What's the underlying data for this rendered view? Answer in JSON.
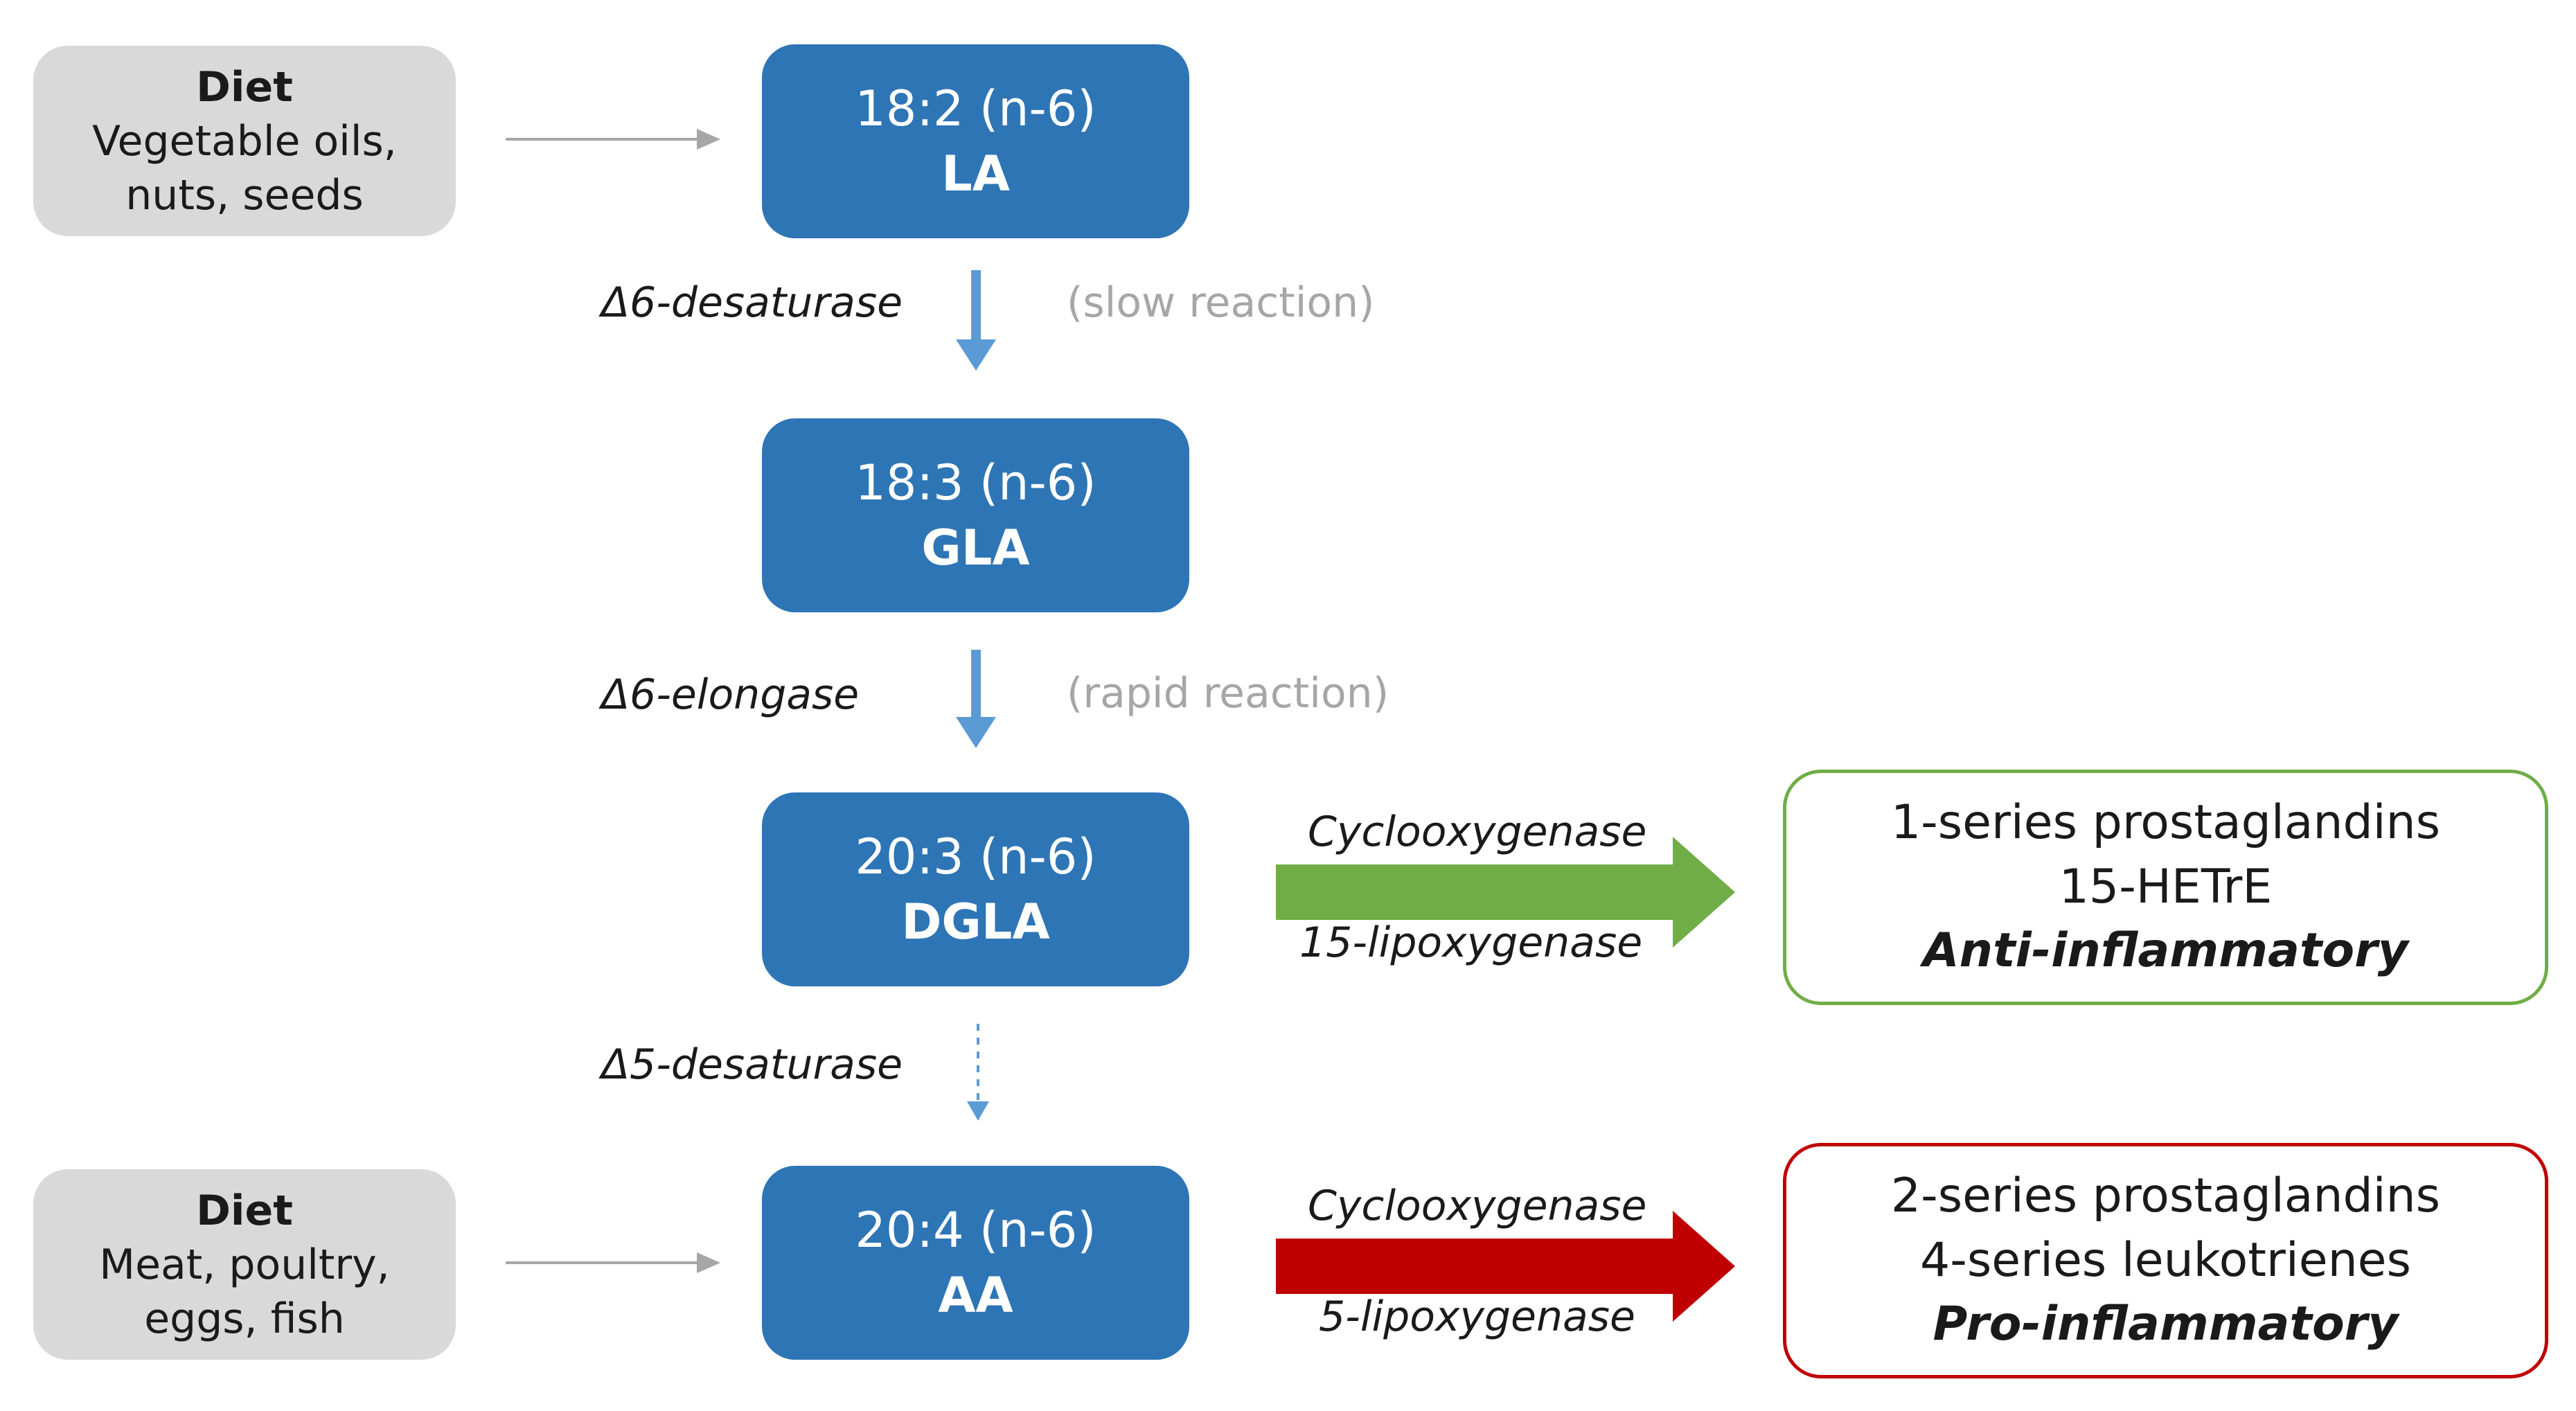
{
  "diet_top": {
    "title": "Diet",
    "line1": "Vegetable oils,",
    "line2": "nuts, seeds"
  },
  "diet_bottom": {
    "title": "Diet",
    "line1": "Meat, poultry,",
    "line2": "eggs, fish"
  },
  "nodes": [
    {
      "formula": "18:2 (n-6)",
      "name": "LA"
    },
    {
      "formula": "18:3 (n-6)",
      "name": "GLA"
    },
    {
      "formula": "20:3 (n-6)",
      "name": "DGLA"
    },
    {
      "formula": "20:4 (n-6)",
      "name": "AA"
    }
  ],
  "steps": [
    {
      "enzyme": "Δ6-desaturase",
      "note": "(slow reaction)"
    },
    {
      "enzyme": "Δ6-elongase",
      "note": "(rapid reaction)"
    },
    {
      "enzyme": "Δ5-desaturase"
    }
  ],
  "green_pathway": {
    "top": "Cyclooxygenase",
    "bottom": "15-lipoxygenase"
  },
  "red_pathway": {
    "top": "Cyclooxygenase",
    "bottom": "5-lipoxygenase"
  },
  "anti_box": {
    "line1": "1-series prostaglandins",
    "line2": "15-HETrE",
    "effect": "Anti-inflammatory"
  },
  "pro_box": {
    "line1": "2-series prostaglandins",
    "line2": "4-series leukotrienes",
    "effect": "Pro-inflammatory"
  },
  "colors": {
    "node": "#2e75b6",
    "diet": "#d9d9d9",
    "green": "#70ad47",
    "red": "#c00000",
    "step_arrow": "#5b9bd5"
  }
}
